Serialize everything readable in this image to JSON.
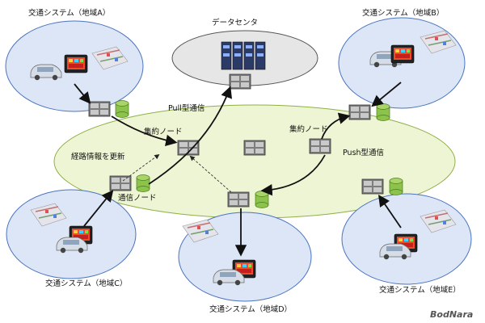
{
  "regions": {
    "a": "交通システム（地域A）",
    "b": "交通システム（地域B）",
    "c": "交通システム（地域C）",
    "d": "交通システム（地域D）",
    "e": "交通システム（地域E）"
  },
  "data_center": "データセンタ",
  "pull_label": "Pull型通信",
  "push_label": "Push型通信",
  "agg_node_left": "集約ノード",
  "agg_node_right": "集約ノード",
  "route_update": "経路情報を更新",
  "comm_node": "通信ノード",
  "watermark": "BodNara",
  "colors": {
    "region_fill": "#dce6f6",
    "region_stroke": "#4a74c0",
    "network_fill": "#eef5d4",
    "network_stroke": "#8fb045",
    "datacenter_fill": "#e6e6e6",
    "storage_green": "#8cc34a"
  },
  "icons": [
    "server-rack-icon",
    "router-node-icon",
    "storage-cylinder-icon",
    "monitor-icon",
    "car-icon",
    "map-icon"
  ]
}
